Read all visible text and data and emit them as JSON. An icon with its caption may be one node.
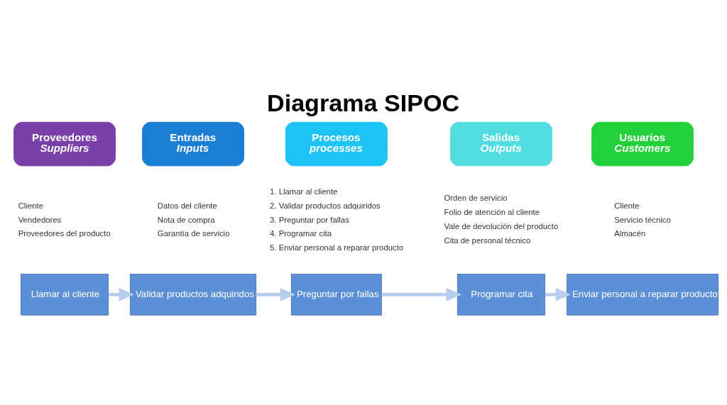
{
  "diagram": {
    "title": "Diagrama SIPOC",
    "nodes": [
      {
        "text": [
          "Proveedores",
          "Suppliers"
        ],
        "beside": [
          "Cliente",
          "Vendedores",
          "Proveedores del producto"
        ]
      },
      {
        "text": [
          "Entradas",
          "Inputs"
        ],
        "beside": [
          "Datos del cliente",
          "Nota de compra",
          "Garantía de servicio"
        ]
      },
      {
        "text": [
          "Procesos",
          "processes"
        ],
        "beside": [
          "1. Llamar al cliente",
          "2. Validar productos adquiridos",
          "3. Preguntar por fallas",
          "4. Programar cita",
          "5. Enviar personal a reparar producto"
        ]
      },
      {
        "text": [
          "Salidas",
          "Outputs"
        ],
        "beside": [
          "Orden de servicio",
          "Folio de atención al cliente",
          "Vale de devolución del producto",
          "Cita de personal técnico"
        ]
      },
      {
        "text": [
          "Usuarios",
          "Customers"
        ],
        "beside": [
          "Cliente",
          "Servicio técnico",
          "Almacén"
        ]
      },
      {
        "text": [
          "Llamar al cliente"
        ]
      },
      {
        "text": [
          "Validar productos adquiridos"
        ]
      },
      {
        "text": [
          "Preguntar por fallas"
        ]
      },
      {
        "text": [
          "Programar cita"
        ]
      },
      {
        "text": [
          "Enviar personal a reparar producto"
        ]
      }
    ],
    "edges": [
      {
        "from": 5,
        "to": 6,
        "arrow": "to"
      },
      {
        "from": 6,
        "to": 7,
        "arrow": "to"
      },
      {
        "from": 7,
        "to": 8,
        "arrow": "to"
      },
      {
        "from": 8,
        "to": 9,
        "arrow": "to"
      }
    ]
  }
}
